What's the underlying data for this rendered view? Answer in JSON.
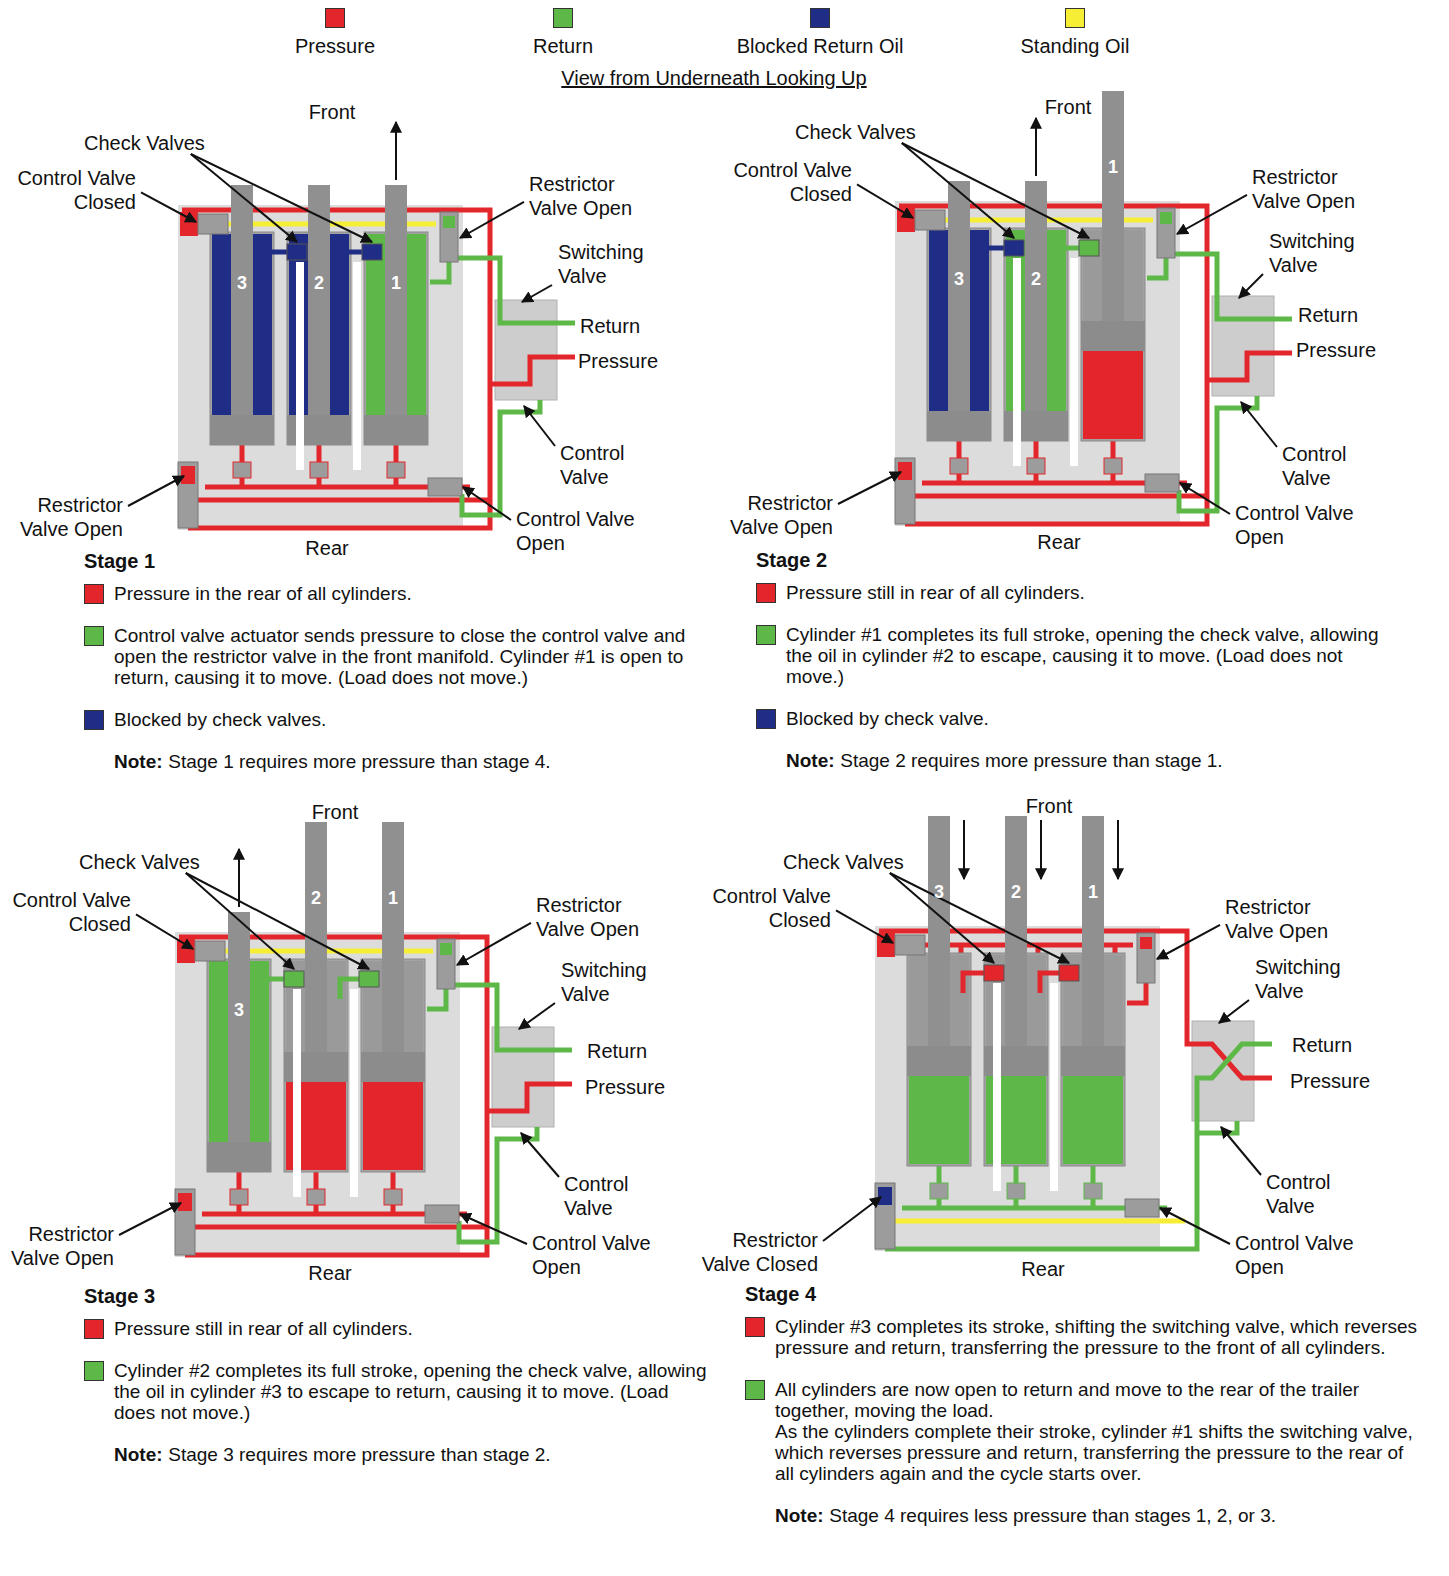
{
  "diagram": {
    "title": "View from Underneath Looking Up",
    "labels": [
      "Front",
      "Check Valves",
      "Control Valve Closed",
      "Restrictor Valve Open",
      "Switching Valve",
      "Return",
      "Pressure",
      "Control Valve",
      "Restrictor Valve Open",
      "Control Valve Open",
      "Rear",
      "3",
      "2",
      "1",
      "Stage 1",
      "Pressure in the rear of all cylinders.",
      "Control valve actuator sends pressure to close the control valve and open the restrictor valve in the front manifold. Cylinder #1 is open to return, causing it to move. (Load does not move.)",
      "Blocked by check valves.",
      "Note:",
      "Stage 1 requires more pressure than stage 4.",
      "Front",
      "Check Valves",
      "Control Valve Closed",
      "Restrictor Valve Open",
      "Switching Valve",
      "Return",
      "Pressure",
      "Control Valve",
      "Restrictor Valve Open",
      "Control Valve Open",
      "Rear",
      "3",
      "2",
      "1",
      "Stage 2",
      "Pressure still in rear of all cylinders.",
      "Cylinder #1 completes its full stroke, opening the check valve, allowing the oil in cylinder #2 to escape, causing it to move. (Load does not move.)",
      "Blocked by check valve.",
      "Note:",
      "Stage 2 requires more pressure than stage 1.",
      "Front",
      "Check Valves",
      "Control Valve Closed",
      "Restrictor Valve Open",
      "Switching Valve",
      "Return",
      "Pressure",
      "Control Valve",
      "Restrictor Valve Open",
      "Control Valve Open",
      "Rear",
      "3",
      "2",
      "1",
      "Stage 3",
      "Pressure still in rear of all cylinders.",
      "Cylinder #2 completes its full stroke, opening the check valve, allowing the oil in cylinder #3 to escape to return, causing it to move. (Load does not move.)",
      "Note:",
      "Stage 3 requires more pressure than stage 2.",
      "Front",
      "Check Valves",
      "Control Valve Closed",
      "Restrictor Valve Open",
      "Switching Valve",
      "Return",
      "Pressure",
      "Control Valve",
      "Restrictor Valve Closed",
      "Control Valve Open",
      "Rear",
      "3",
      "2",
      "1",
      "Stage 4",
      "Cylinder #3 completes its stroke, shifting the switching valve, which reverses pressure and return, transferring the pressure to the front of all cylinders.",
      "All cylinders are now open to return and move to the rear of the trailer together, moving the load.",
      "As the cylinders complete their stroke, cylinder #1 shifts the switching valve, which reverses pressure and return, transferring the pressure to the rear of all cylinders again and the cycle starts over.",
      "Note:",
      "Stage 4 requires less pressure than stages 1, 2, or 3."
    ],
    "legend": [
      {
        "text": "Pressure",
        "color": "#e3262b"
      },
      {
        "text": "Return",
        "color": "#5db848"
      },
      {
        "text": "Blocked Return Oil",
        "color": "#1f2d86"
      },
      {
        "text": "Standing Oil",
        "color": "#f5ee35"
      }
    ]
  }
}
